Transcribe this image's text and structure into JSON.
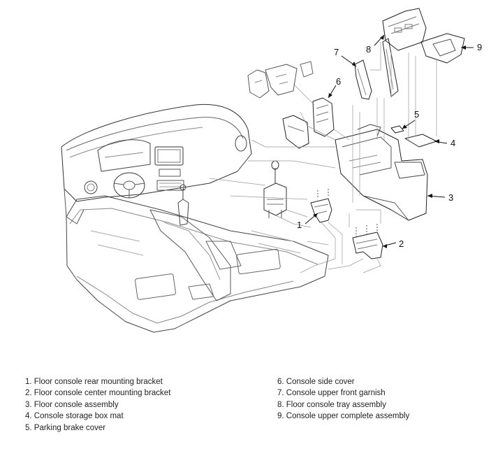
{
  "callouts": {
    "c1": "1",
    "c2": "2",
    "c3": "3",
    "c4": "4",
    "c5": "5",
    "c6": "6",
    "c7": "7",
    "c8": "8",
    "c9": "9"
  },
  "legend": {
    "left": [
      "1. Floor console rear mounting bracket",
      "2. Floor console center mounting bracket",
      "3. Floor console assembly",
      "4. Console storage box mat",
      "5. Parking brake cover"
    ],
    "right": [
      "6. Console side cover",
      "7. Console upper front garnish",
      "8. Floor console tray assembly",
      "9. Console upper complete assembly"
    ]
  }
}
